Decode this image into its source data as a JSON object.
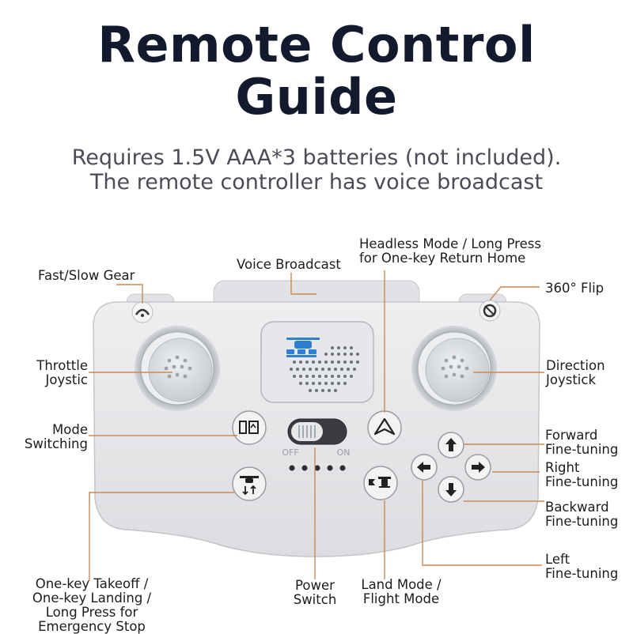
{
  "header": {
    "title_line1": "Remote Control",
    "title_line2": "Guide",
    "subtitle_line1": "Requires 1.5V AAA*3 batteries (not included).",
    "subtitle_line2": "The remote controller has voice broadcast"
  },
  "labels": {
    "fast_slow_gear": "Fast/Slow Gear",
    "voice_broadcast": "Voice Broadcast",
    "headless_1": "Headless Mode / Long Press",
    "headless_2": "for One-key Return Home",
    "flip": "360° Flip",
    "throttle_1": "Throttle",
    "throttle_2": "Joystic",
    "direction_1": "Direction",
    "direction_2": "Joystick",
    "mode_1": "Mode",
    "mode_2": "Switching",
    "forward_1": "Forward",
    "forward_2": "Fine-tuning",
    "right_1": "Right",
    "right_2": "Fine-tuning",
    "backward_1": "Backward",
    "backward_2": "Fine-tuning",
    "left_1": "Left",
    "left_2": "Fine-tuning",
    "takeoff_1": "One-key Takeoff /",
    "takeoff_2": "One-key Landing /",
    "takeoff_3": "Long Press for",
    "takeoff_4": "Emergency Stop",
    "power_1": "Power",
    "power_2": "Switch",
    "land_1": "Land Mode /",
    "land_2": "Flight Mode"
  },
  "controller": {
    "switch_off": "OFF",
    "switch_on": "ON"
  },
  "colors": {
    "leader_line": "#c98a55",
    "body": "#e8e9ec",
    "title": "#141a2e",
    "logo_blue": "#2f7fd0"
  }
}
